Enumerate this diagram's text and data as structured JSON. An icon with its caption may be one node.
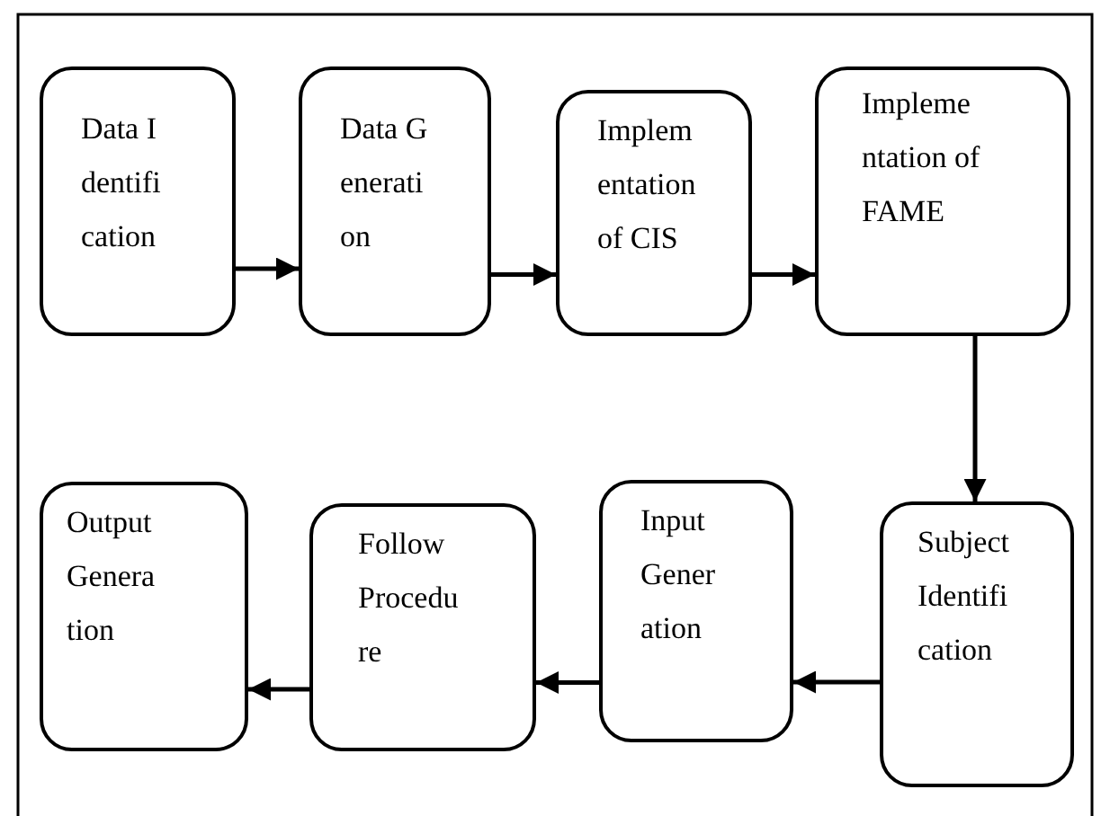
{
  "diagram": {
    "nodes": [
      {
        "text": [
          "Data Identification"
        ]
      },
      {
        "text": [
          "Data Generation"
        ]
      },
      {
        "text": [
          "Implementation of CIS"
        ]
      },
      {
        "text": [
          "Implementation of FAME"
        ]
      },
      {
        "text": [
          "Subject Identification"
        ]
      },
      {
        "text": [
          "Input Generation"
        ]
      },
      {
        "text": [
          "Follow Procedure"
        ]
      },
      {
        "text": [
          "Output Generation"
        ]
      }
    ],
    "edges": [
      {
        "from": 0,
        "to": 1,
        "arrow": "to"
      },
      {
        "from": 1,
        "to": 2,
        "arrow": "to"
      },
      {
        "from": 2,
        "to": 3,
        "arrow": "to"
      },
      {
        "from": 3,
        "to": 4,
        "arrow": "to"
      },
      {
        "from": 4,
        "to": 5,
        "arrow": "to"
      },
      {
        "from": 5,
        "to": 6,
        "arrow": "to"
      },
      {
        "from": 6,
        "to": 7,
        "arrow": "to"
      }
    ]
  }
}
